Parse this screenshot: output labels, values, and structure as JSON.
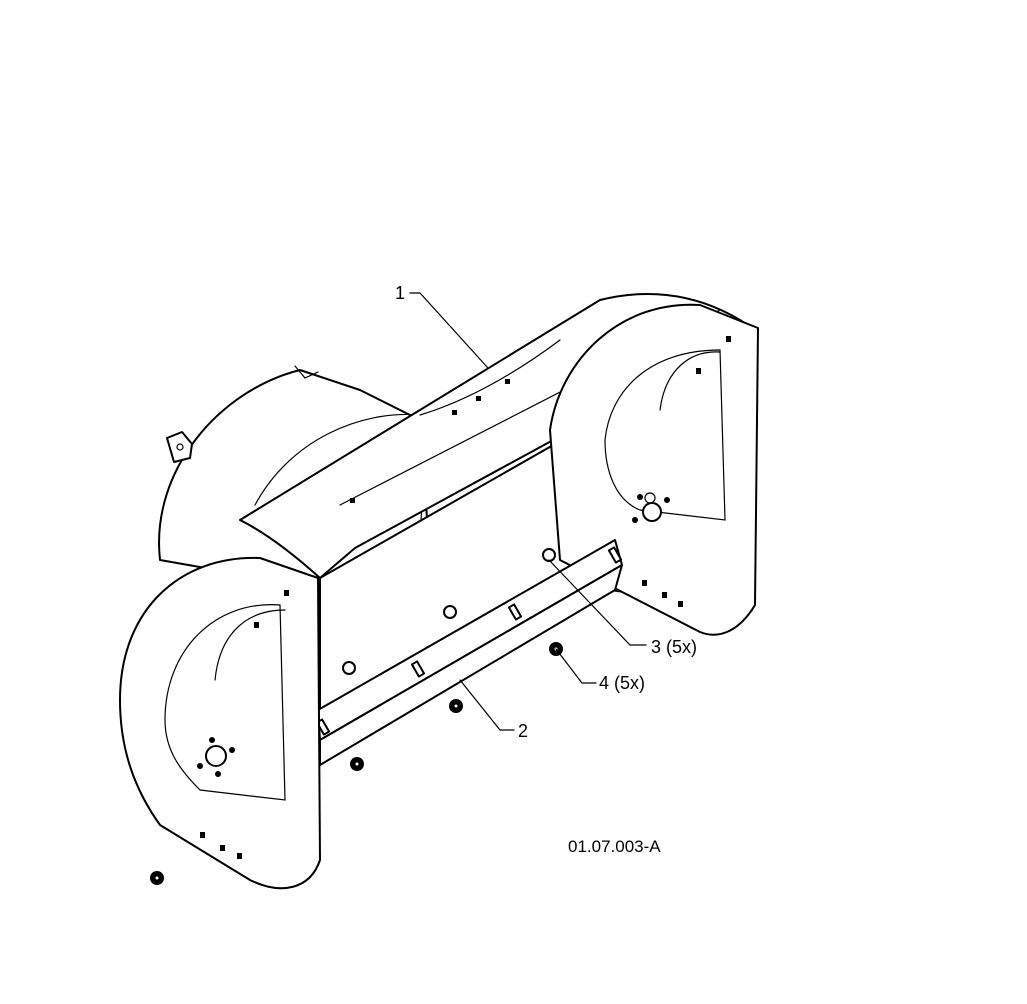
{
  "callouts": {
    "c1": "1",
    "c2": "2",
    "c3": "3 (5x)",
    "c4": "4 (5x)"
  },
  "reference_code": "01.07.003-A"
}
